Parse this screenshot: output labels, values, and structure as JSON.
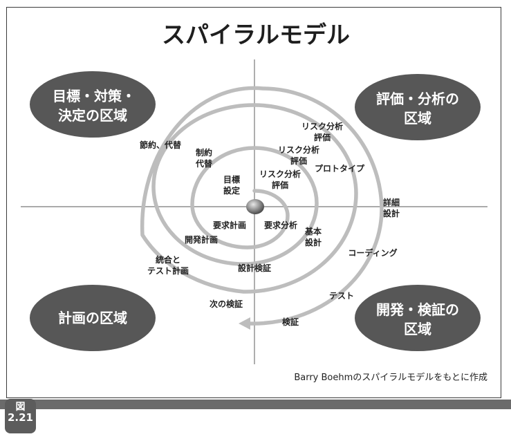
{
  "title": "スパイラルモデル",
  "quadrants": [
    {
      "lines": [
        "目標・対策・",
        "決定の区域"
      ]
    },
    {
      "lines": [
        "評価・分析の",
        "区域"
      ]
    },
    {
      "lines": [
        "計画の区域"
      ]
    },
    {
      "lines": [
        "開発・検証の",
        "区域"
      ]
    }
  ],
  "labels": {
    "setsuyaku_daitai": "節約、代替",
    "seiyaku_daitai": [
      "制約",
      "代替"
    ],
    "mokuhyo_settei": [
      "目標",
      "設定"
    ],
    "risk1": [
      "リスク分析",
      "評価"
    ],
    "risk2": [
      "リスク分析",
      "評価"
    ],
    "risk3": [
      "リスク分析",
      "評価"
    ],
    "prototype": "プロトタイプ",
    "shosai_sekkei": [
      "詳細",
      "設計"
    ],
    "yokyu_keikaku": "要求計画",
    "yokyu_bunseki": "要求分析",
    "kaihatsu_keikaku": "開発計画",
    "kihon_sekkei": [
      "基本",
      "設計"
    ],
    "tougou_test": [
      "統合と",
      "テスト計画"
    ],
    "sekkei_kensho": "設計検証",
    "coding": "コーディング",
    "test": "テスト",
    "next_kensho": "次の検証",
    "kensho": "検証"
  },
  "credit": "Barry Boehmのスパイラルモデルをもとに作成",
  "figure": {
    "prefix": "図",
    "number": "2.21"
  },
  "colors": {
    "oval": "#575757",
    "spiral": "#bdbdbd",
    "axis": "#777777",
    "footer": "#6b6b6b"
  }
}
